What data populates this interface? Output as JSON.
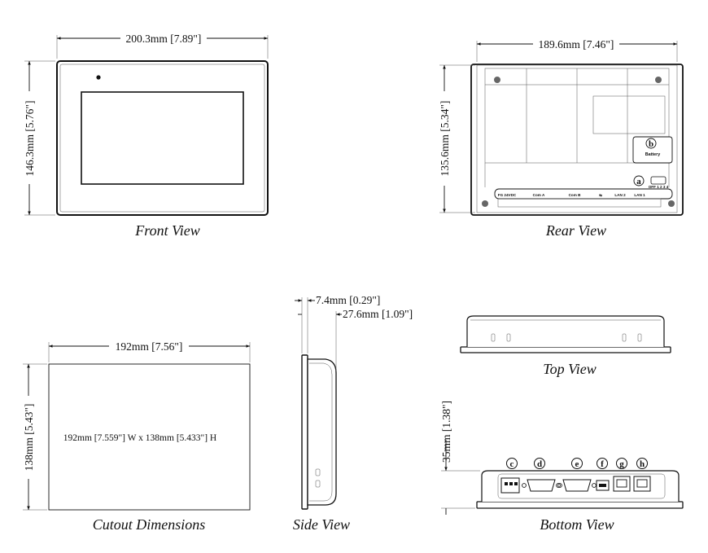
{
  "views": {
    "front": {
      "caption": "Front View",
      "width_dim": "200.3mm [7.89\"]",
      "height_dim": "146.3mm [5.76\"]"
    },
    "rear": {
      "caption": "Rear View",
      "width_dim": "189.6mm [7.46\"]",
      "height_dim": "135.6mm [5.34\"]",
      "battery_label": "Battery",
      "port_labels": [
        "FG 24VDC",
        "Com A",
        "Com B",
        "LAN 2",
        "LAN 1"
      ],
      "switch_label": "OFF 1 2 3 4",
      "markers": [
        "a",
        "b"
      ]
    },
    "cutout": {
      "caption": "Cutout Dimensions",
      "width_dim": "192mm [7.56\"]",
      "height_dim": "138mm [5.43\"]",
      "note": "192mm [7.559\"]  W x 138mm [5.433\"] H"
    },
    "side": {
      "caption": "Side View",
      "front_depth_dim": "7.4mm [0.29\"]",
      "total_depth_dim": "27.6mm [1.09\"]"
    },
    "top": {
      "caption": "Top View"
    },
    "bottom": {
      "caption": "Bottom View",
      "height_dim": "35mm [1.38\"]",
      "markers": [
        "c",
        "d",
        "e",
        "f",
        "g",
        "h"
      ]
    }
  }
}
